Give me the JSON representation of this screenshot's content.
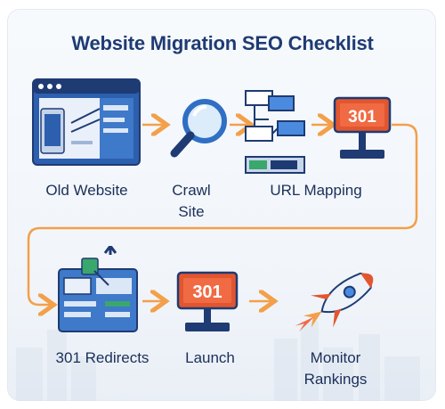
{
  "title": "Website Migration SEO Checklist",
  "steps": [
    {
      "label": "Old Website",
      "icon": "browser-window-icon"
    },
    {
      "label": "Crawl Site",
      "icon": "magnifying-glass-icon"
    },
    {
      "label": "URL Mapping",
      "icon": "flowchart-icon"
    },
    {
      "label": "301",
      "icon": "redirect-sign-icon"
    },
    {
      "label": "301 Redirects",
      "icon": "redirect-dashboard-icon"
    },
    {
      "label": "Launch",
      "icon": "launch-sign-icon"
    },
    {
      "label": "Monitor Rankings",
      "icon": "rocket-icon"
    }
  ],
  "sign_text": "301",
  "crawl_line1": "Crawl",
  "crawl_line2": "Site",
  "monitor_line1": "Monitor",
  "monitor_line2": "Rankings",
  "colors": {
    "navy": "#1f3b73",
    "blue": "#2f6fc4",
    "orange": "#f2a04a",
    "red": "#e2562f",
    "green": "#3aa76d"
  }
}
